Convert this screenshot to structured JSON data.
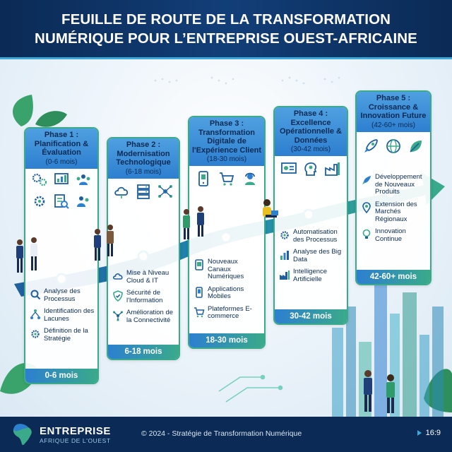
{
  "header": {
    "title_line1": "FEUILLE DE ROUTE DE LA TRANSFORMATION",
    "title_line2": "NUMÉRIQUE POUR L’ENTREPRISE OUEST-AFRICAINE"
  },
  "phases": [
    {
      "title": "Phase 1 : Planification & Évaluation",
      "duration": "(0-6 mois)",
      "footer": "0-6 mois",
      "icons": [
        "gears-icon",
        "analytics-icon",
        "team-icon",
        "settings-icon",
        "checklist-search-icon",
        "people-icon"
      ],
      "items": [
        {
          "icon": "search-icon",
          "label": "Analyse des Processus"
        },
        {
          "icon": "network-icon",
          "label": "Identification des Lacunes"
        },
        {
          "icon": "gear-icon",
          "label": "Définition de la Stratégie"
        }
      ]
    },
    {
      "title": "Phase 2 : Modernisation Technologique",
      "duration": "(6-18 mois)",
      "footer": "6-18 mois",
      "icons": [
        "cloud-icon",
        "server-icon",
        "network-icon"
      ],
      "items": [
        {
          "icon": "cloud-icon",
          "label": "Mise à Niveau Cloud & IT"
        },
        {
          "icon": "shield-icon",
          "label": "Sécurité de l'Information"
        },
        {
          "icon": "connectivity-icon",
          "label": "Amélioration de la Connectivité"
        }
      ]
    },
    {
      "title": "Phase 3 : Transformation Digitale de l'Expérience Client",
      "duration": "(18-30 mois)",
      "footer": "18-30 mois",
      "icons": [
        "mobile-icon",
        "cart-icon",
        "support-agent-icon"
      ],
      "items": [
        {
          "icon": "screen-icon",
          "label": "Nouveaux Canaux Numériques"
        },
        {
          "icon": "mobile-icon",
          "label": "Applications Mobiles"
        },
        {
          "icon": "cart-icon",
          "label": "Plateformes E-commerce"
        }
      ]
    },
    {
      "title": "Phase 4 : Excellence Opérationnelle & Données",
      "duration": "(30-42 mois)",
      "footer": "30-42 mois",
      "icons": [
        "dashboard-icon",
        "ai-head-icon",
        "factory-icon"
      ],
      "items": [
        {
          "icon": "gear-icon",
          "label": "Automatisation des Processus"
        },
        {
          "icon": "bar-chart-icon",
          "label": "Analyse des Big Data"
        },
        {
          "icon": "factory-icon",
          "label": "Intelligence Artificielle"
        }
      ]
    },
    {
      "title": "Phase 5 : Croissance & Innovation Future",
      "duration": "(42-60+ mois)",
      "footer": "42-60+ mois",
      "icons": [
        "rocket-icon",
        "globe-icon",
        "leaf-icon"
      ],
      "items": [
        {
          "icon": "rocket-icon",
          "label": "Développement de Nouveaux Produits"
        },
        {
          "icon": "location-icon",
          "label": "Extension des Marchés Régionaux"
        },
        {
          "icon": "lightbulb-icon",
          "label": "Innovation Continue"
        }
      ]
    }
  ],
  "footer": {
    "brand_name": "ENTREPRISE",
    "brand_sub": "AFRIQUE DE L'OUEST",
    "copyright": "© 2024 - Stratégie de Transformation Numérique",
    "ratio": "16:9"
  },
  "colors": {
    "navy": "#0b2a55",
    "blue": "#2d7fd0",
    "green": "#3aaa8a",
    "arrow": "#1f8ab0"
  }
}
